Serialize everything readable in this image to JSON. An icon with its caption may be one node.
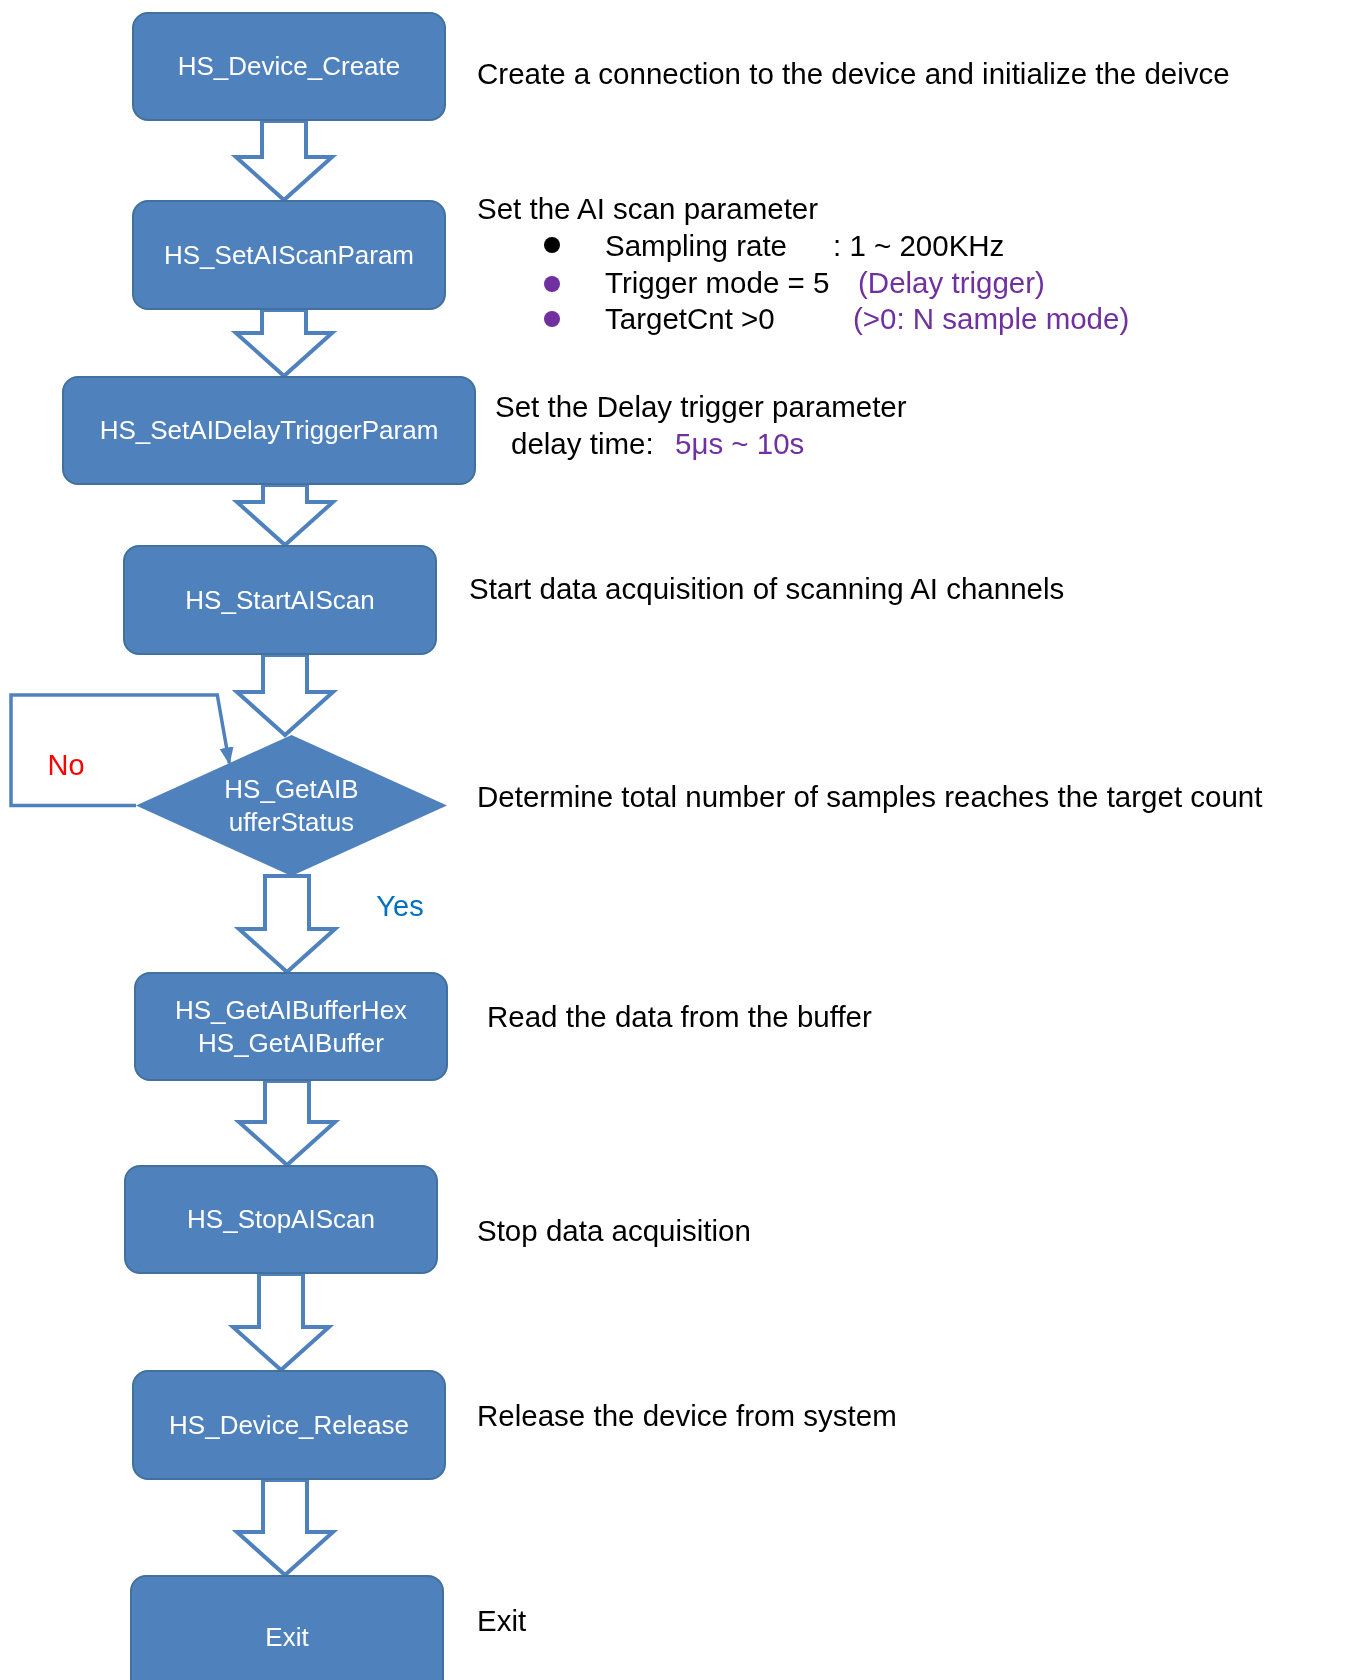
{
  "diagram": {
    "nodes": [
      {
        "text": [
          "HS_Device_Create"
        ],
        "beside": [
          "Create a connection to the device and initialize the deivce"
        ]
      },
      {
        "text": [
          "HS_SetAIScanParam"
        ],
        "beside": [
          "Set the AI scan parameter",
          "Sampling rate",
          ": 1 ~ 200KHz",
          "Trigger mode = 5",
          "(Delay trigger)",
          "TargetCnt >0",
          "(>0: N sample mode)"
        ]
      },
      {
        "text": [
          "HS_SetAIDelayTriggerParam"
        ],
        "beside": [
          "Set the Delay trigger parameter",
          "delay time:",
          "5μs ~ 10s"
        ]
      },
      {
        "text": [
          "HS_StartAIScan"
        ],
        "beside": [
          "Start data acquisition of scanning AI channels"
        ]
      },
      {
        "text": [
          "HS_GetAIB ufferStatus"
        ],
        "beside": [
          "Determine total number of samples reaches the target count"
        ]
      },
      {
        "text": [
          "HS_GetAIBufferHex",
          "HS_GetAIBuffer"
        ],
        "beside": [
          "Read the data from the buffer"
        ]
      },
      {
        "text": [
          "HS_StopAIScan"
        ],
        "beside": [
          "Stop data acquisition"
        ]
      },
      {
        "text": [
          "HS_Device_Release"
        ],
        "beside": [
          "Release the device from system"
        ]
      },
      {
        "text": [
          "Exit"
        ],
        "beside": [
          "Exit"
        ]
      }
    ],
    "edges": [
      {
        "from": 0,
        "to": 1,
        "arrow": "to",
        "style": "thick"
      },
      {
        "from": 1,
        "to": 2,
        "arrow": "to",
        "style": "thick"
      },
      {
        "from": 2,
        "to": 3,
        "arrow": "to",
        "style": "thick"
      },
      {
        "from": 3,
        "to": 4,
        "arrow": "to",
        "style": "thick"
      },
      {
        "from": 4,
        "to": 5,
        "arrow": "to",
        "style": "thick",
        "label": "Yes"
      },
      {
        "from": 5,
        "to": 6,
        "arrow": "to",
        "style": "thick"
      },
      {
        "from": 6,
        "to": 7,
        "arrow": "to",
        "style": "thick"
      },
      {
        "from": 7,
        "to": 8,
        "arrow": "to",
        "style": "thick"
      },
      {
        "from": 4,
        "to": 4,
        "arrow": "to",
        "label": "No"
      }
    ]
  }
}
